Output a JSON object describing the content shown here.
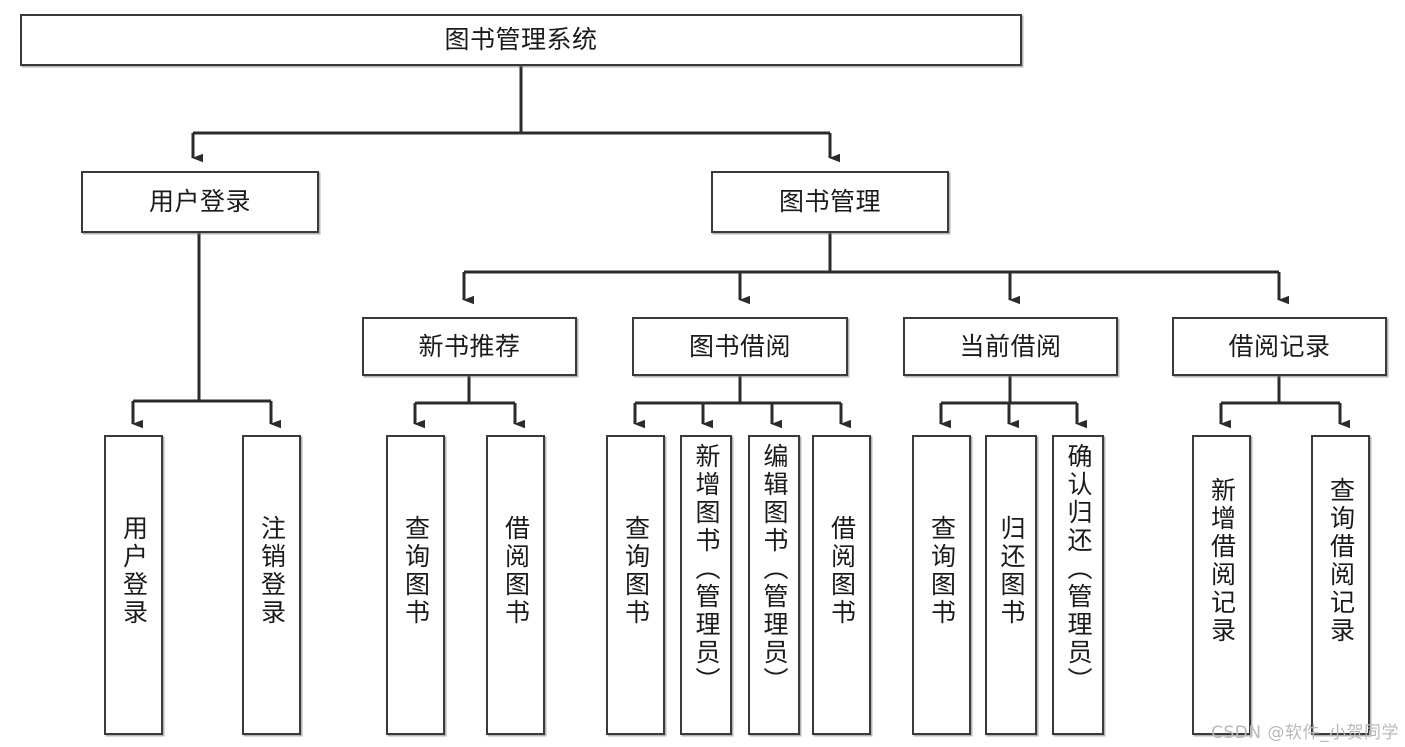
{
  "diagram": {
    "title": "图书管理系统",
    "type": "hierarchy-tree",
    "watermark": "CSDN @软件_小贺同学",
    "colors": {
      "box_border": "#3a3a3a",
      "box_fill": "#ffffff",
      "edge": "#2b2b2b",
      "text": "#1b1b1b",
      "watermark": "#b9b9b9"
    },
    "levels": {
      "level1_label": "图书管理系统",
      "level2": [
        "用户登录",
        "图书管理"
      ],
      "level3": [
        "新书推荐",
        "图书借阅",
        "当前借阅",
        "借阅记录"
      ]
    },
    "nodes": {
      "root": {
        "label": "图书管理系统"
      },
      "user_login": {
        "label": "用户登录"
      },
      "book_manage": {
        "label": "图书管理"
      },
      "new_book_rec": {
        "label": "新书推荐"
      },
      "book_borrow": {
        "label": "图书借阅"
      },
      "current_borrow": {
        "label": "当前借阅"
      },
      "borrow_record": {
        "label": "借阅记录"
      },
      "leaf_user_login": {
        "label": "用户登录"
      },
      "leaf_logout": {
        "label": "注销登录"
      },
      "leaf_query_book_1": {
        "label": "查询图书"
      },
      "leaf_borrow_book_1": {
        "label": "借阅图书"
      },
      "leaf_query_book_2": {
        "label": "查询图书"
      },
      "leaf_add_book": {
        "label": "新增图书（管理员）"
      },
      "leaf_edit_book": {
        "label": "编辑图书（管理员）"
      },
      "leaf_borrow_book_2": {
        "label": "借阅图书"
      },
      "leaf_query_book_3": {
        "label": "查询图书"
      },
      "leaf_return_book": {
        "label": "归还图书"
      },
      "leaf_confirm_return": {
        "label": "确认归还（管理员）"
      },
      "leaf_add_record": {
        "label": "新增借阅记录"
      },
      "leaf_query_record": {
        "label": "查询借阅记录"
      }
    },
    "edges": [
      {
        "from": "图书管理系统",
        "to": "用户登录"
      },
      {
        "from": "图书管理系统",
        "to": "图书管理"
      },
      {
        "from": "用户登录",
        "to": "用户登录"
      },
      {
        "from": "用户登录",
        "to": "注销登录"
      },
      {
        "from": "图书管理",
        "to": "新书推荐"
      },
      {
        "from": "图书管理",
        "to": "图书借阅"
      },
      {
        "from": "图书管理",
        "to": "当前借阅"
      },
      {
        "from": "图书管理",
        "to": "借阅记录"
      },
      {
        "from": "新书推荐",
        "to": "查询图书"
      },
      {
        "from": "新书推荐",
        "to": "借阅图书"
      },
      {
        "from": "图书借阅",
        "to": "查询图书"
      },
      {
        "from": "图书借阅",
        "to": "新增图书（管理员）"
      },
      {
        "from": "图书借阅",
        "to": "编辑图书（管理员）"
      },
      {
        "from": "图书借阅",
        "to": "借阅图书"
      },
      {
        "from": "当前借阅",
        "to": "查询图书"
      },
      {
        "from": "当前借阅",
        "to": "归还图书"
      },
      {
        "from": "当前借阅",
        "to": "确认归还（管理员）"
      },
      {
        "from": "借阅记录",
        "to": "新增借阅记录"
      },
      {
        "from": "借阅记录",
        "to": "查询借阅记录"
      }
    ]
  }
}
